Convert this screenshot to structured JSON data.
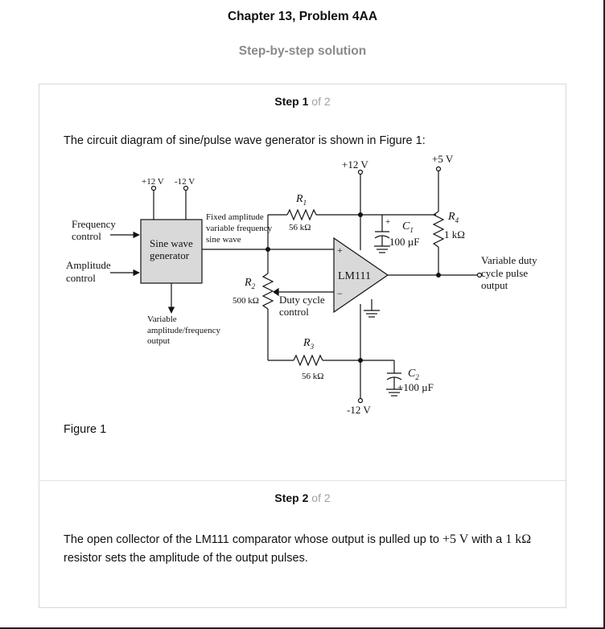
{
  "header": {
    "title": "Chapter 13, Problem 4AA",
    "subtitle": "Step-by-step solution"
  },
  "step1": {
    "label": "Step",
    "num": "1",
    "of": "of 2",
    "text": "The circuit diagram of sine/pulse wave generator is shown in Figure 1:",
    "caption": "Figure 1"
  },
  "step2": {
    "label": "Step",
    "num": "2",
    "of": "of 2",
    "text_a": "The open collector of the LM111 comparator whose output is pulled up to",
    "v5": "+5 V",
    "text_b": "with a",
    "r1k": "1 kΩ",
    "text_c": "resistor sets the amplitude of the output pulses."
  },
  "diagram": {
    "supply_p12": "+12 V",
    "supply_m12": "-12 V",
    "top_p12": "+12 V",
    "top_p5": "+5 V",
    "bottom_m12": "-12 V",
    "freq_ctrl_1": "Frequency",
    "freq_ctrl_2": "control",
    "amp_ctrl_1": "Amplitude",
    "amp_ctrl_2": "control",
    "gen_1": "Sine wave",
    "gen_2": "generator",
    "fixed_1": "Fixed amplitude",
    "fixed_2": "variable frequency",
    "fixed_3": "sine wave",
    "var_1": "Variable",
    "var_2": "amplitude/frequency",
    "var_3": "output",
    "r1": "R",
    "r1_sub": "1",
    "r1_val": "56 kΩ",
    "r2": "R",
    "r2_sub": "2",
    "r2_val": "500 kΩ",
    "duty_1": "Duty cycle",
    "duty_2": "control",
    "r3": "R",
    "r3_sub": "3",
    "r3_val": "56 kΩ",
    "r4": "R",
    "r4_sub": "4",
    "r4_val": "1 kΩ",
    "c1": "C",
    "c1_sub": "1",
    "c1_val": "100 µF",
    "c2": "C",
    "c2_sub": "2",
    "c2_val": "+100 µF",
    "comparator": "LM111",
    "plus": "+",
    "minus": "−",
    "out_1": "Variable duty",
    "out_2": "cycle pulse",
    "out_3": "output"
  }
}
